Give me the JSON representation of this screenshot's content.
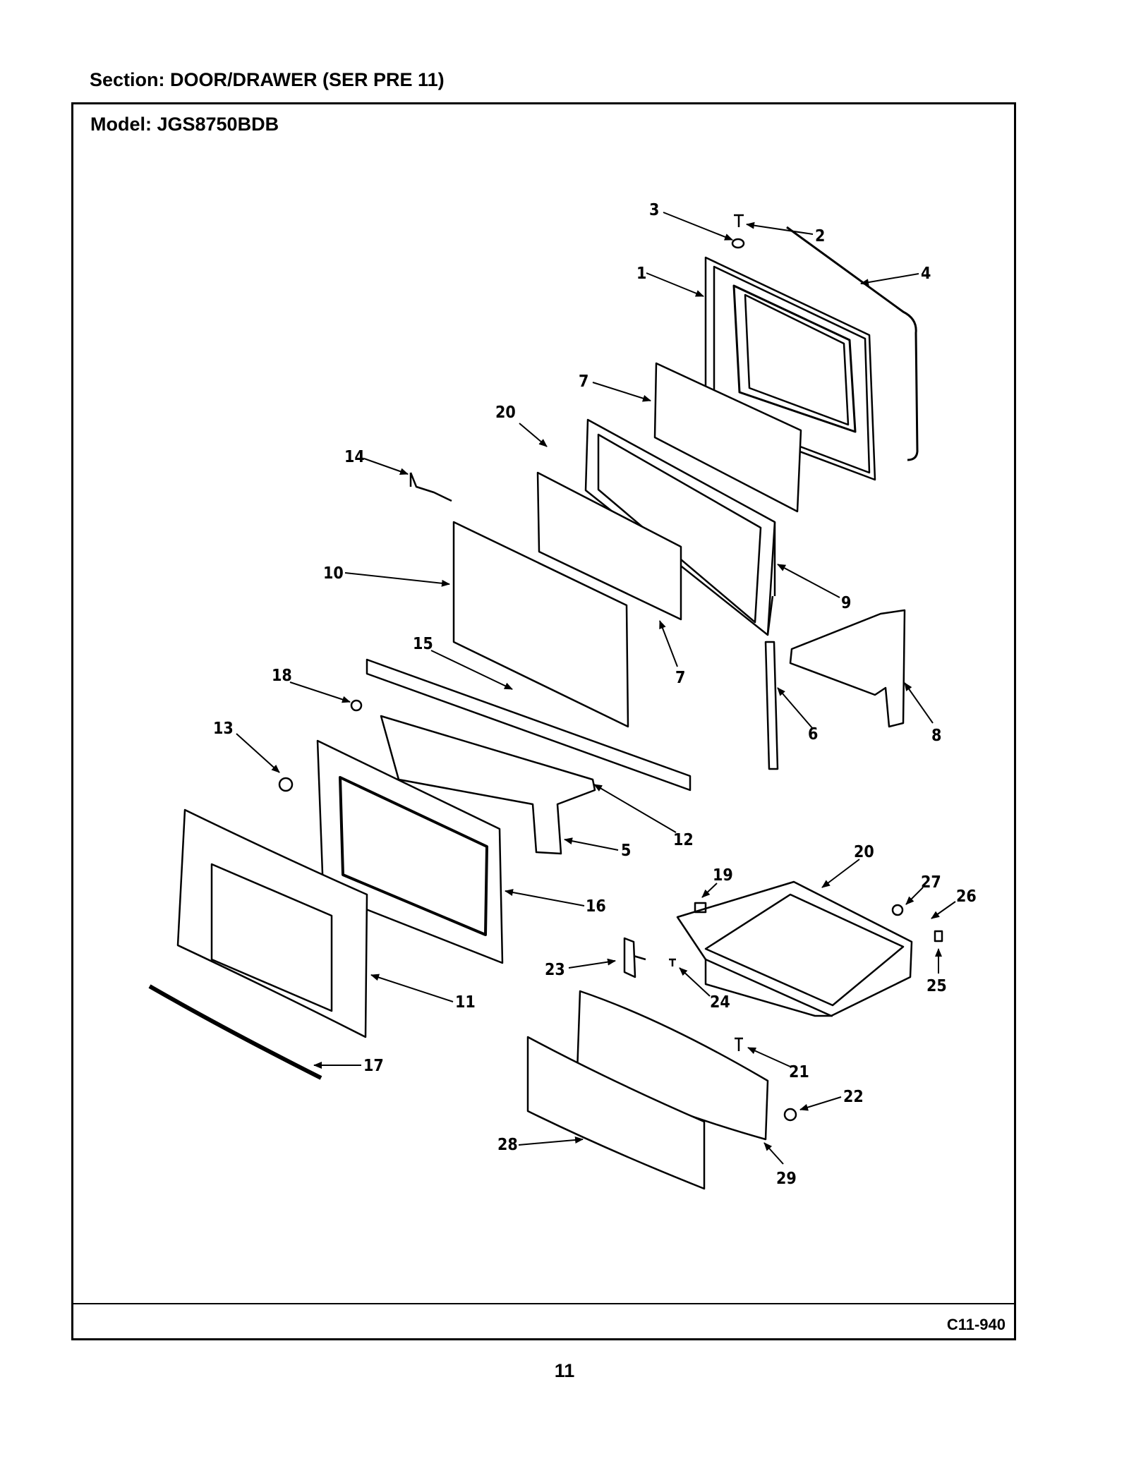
{
  "header": {
    "section": "Section:  DOOR/DRAWER (SER PRE 11)"
  },
  "frame": {
    "model": "Model:  JGS8750BDB",
    "code": "C11-940"
  },
  "page": {
    "number": "11"
  },
  "callouts": [
    "1",
    "2",
    "3",
    "4",
    "5",
    "6",
    "7",
    "7",
    "8",
    "9",
    "10",
    "11",
    "12",
    "13",
    "14",
    "15",
    "16",
    "17",
    "18",
    "19",
    "20",
    "20",
    "21",
    "22",
    "23",
    "24",
    "25",
    "26",
    "27",
    "28",
    "29"
  ]
}
